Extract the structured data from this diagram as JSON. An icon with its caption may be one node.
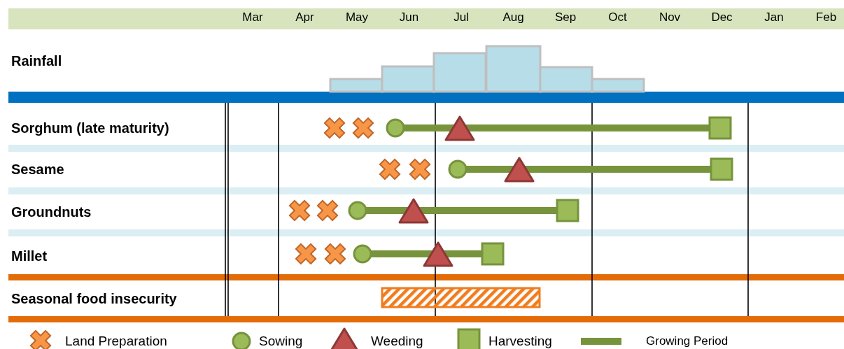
{
  "diagram": {
    "labels": [
      "Mar",
      "Apr",
      "May",
      "Jun",
      "Jul",
      "Aug",
      "Sep",
      "Oct",
      "Nov",
      "Dec",
      "Jan",
      "Feb",
      "Rainfall",
      "Sorghum (late maturity)",
      "Sesame",
      "Groundnuts",
      "Millet",
      "Seasonal food insecurity"
    ],
    "legend": [
      {
        "text": "Land Preparation"
      },
      {
        "text": "Sowing"
      },
      {
        "text": "Weeding"
      },
      {
        "text": "Harvesting"
      },
      {
        "text": "Growing Period"
      }
    ]
  }
}
